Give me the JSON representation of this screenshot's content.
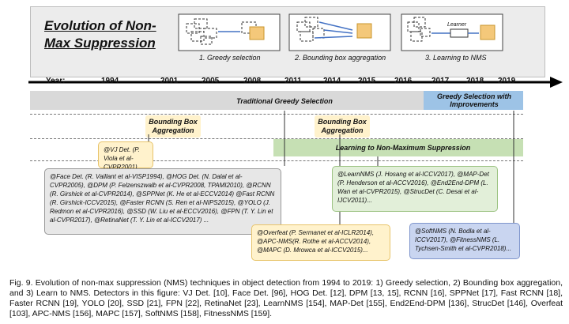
{
  "title": "Evolution of Non-Max Suppression",
  "schemes": [
    {
      "caption": "1. Greedy selection"
    },
    {
      "caption": "2. Bounding box aggregation"
    },
    {
      "caption": "3. Learning to NMS",
      "learner_label": "Learner"
    }
  ],
  "timeline": {
    "axis_label": "Year:",
    "years": [
      "1994",
      "2001",
      "2005",
      "2008",
      "2011",
      "2014",
      "2015",
      "2016",
      "2017",
      "2018",
      "2019"
    ]
  },
  "bands": {
    "greedy": "Traditional Greedy Selection",
    "greedy_improved": "Greedy Selection with Improvements",
    "learning": "Learning to Non-Maximum Suppression"
  },
  "tags": {
    "bbox_agg_1": "Bounding Box Aggregation",
    "bbox_agg_2": "Bounding Box Aggregation"
  },
  "boxes": {
    "vj": "@VJ Det. (P. Viola et al-CVPR2001)",
    "traditional": "@Face Det. (R. Vaillant et al-VISP1994), @HOG Det. (N. Dalal et al-CVPR2005), @DPM (P. Felzenszwalb et al-CVPR2008, TPAMI2010), @RCNN (R. Girshick et al-CVPR2014), @SPPNet (K. He et al-ECCV2014) @Fast RCNN (R. Girshick-ICCV2015), @Faster RCNN (S. Ren et al-NIPS2015), @YOLO (J. Redmon et al-CVPR2016), @SSD (W. Liu et al-ECCV2016), @FPN (T. Y. Lin et al-CVPR2017), @RetinaNet (T. Y. Lin et al-ICCV2017) ...",
    "overfeat": "@Overfeat (P. Sermanet et al-ICLR2014), @APC-NMS(R. Rothe et al-ACCV2014), @MAPC (D. Mrowca et al-ICCV2015)...",
    "learning": "@LearnNMS (J. Hosang et al-ICCV2017), @MAP-Det (P. Henderson et al-ACCV2016), @End2End-DPM (L. Wan et al-CVPR2015), @StrucDet (C. Desai et al-IJCV2011)...",
    "softnms": "@SoftNMS (N. Bodla et al-ICCV2017), @FitnessNMS (L. Tychsen-Smith et al-CVPR2018)..."
  },
  "caption": "Fig. 9. Evolution of non-max suppression (NMS) techniques in object detection from 1994 to 2019: 1) Greedy selection, 2) Bounding box aggregation, and 3) Learn to NMS. Detectors in this figure: VJ Det. [10], Face Det. [96], HOG Det. [12], DPM [13, 15], RCNN [16], SPPNet [17], Fast RCNN [18], Faster RCNN [19], YOLO [20], SSD [21], FPN [22], RetinaNet [23], LearnNMS [154], MAP-Det [155], End2End-DPM [136], StrucDet [146], Overfeat [103], APC-NMS [156], MAPC [157], SoftNMS [158], FitnessNMS [159].",
  "colors": {
    "band_gray": "#d9d9d9",
    "band_blue": "#9dc3e6",
    "band_green": "#c6e0b4",
    "tag_yellow": "#fff2cc",
    "link_blue": "#4472c4"
  }
}
